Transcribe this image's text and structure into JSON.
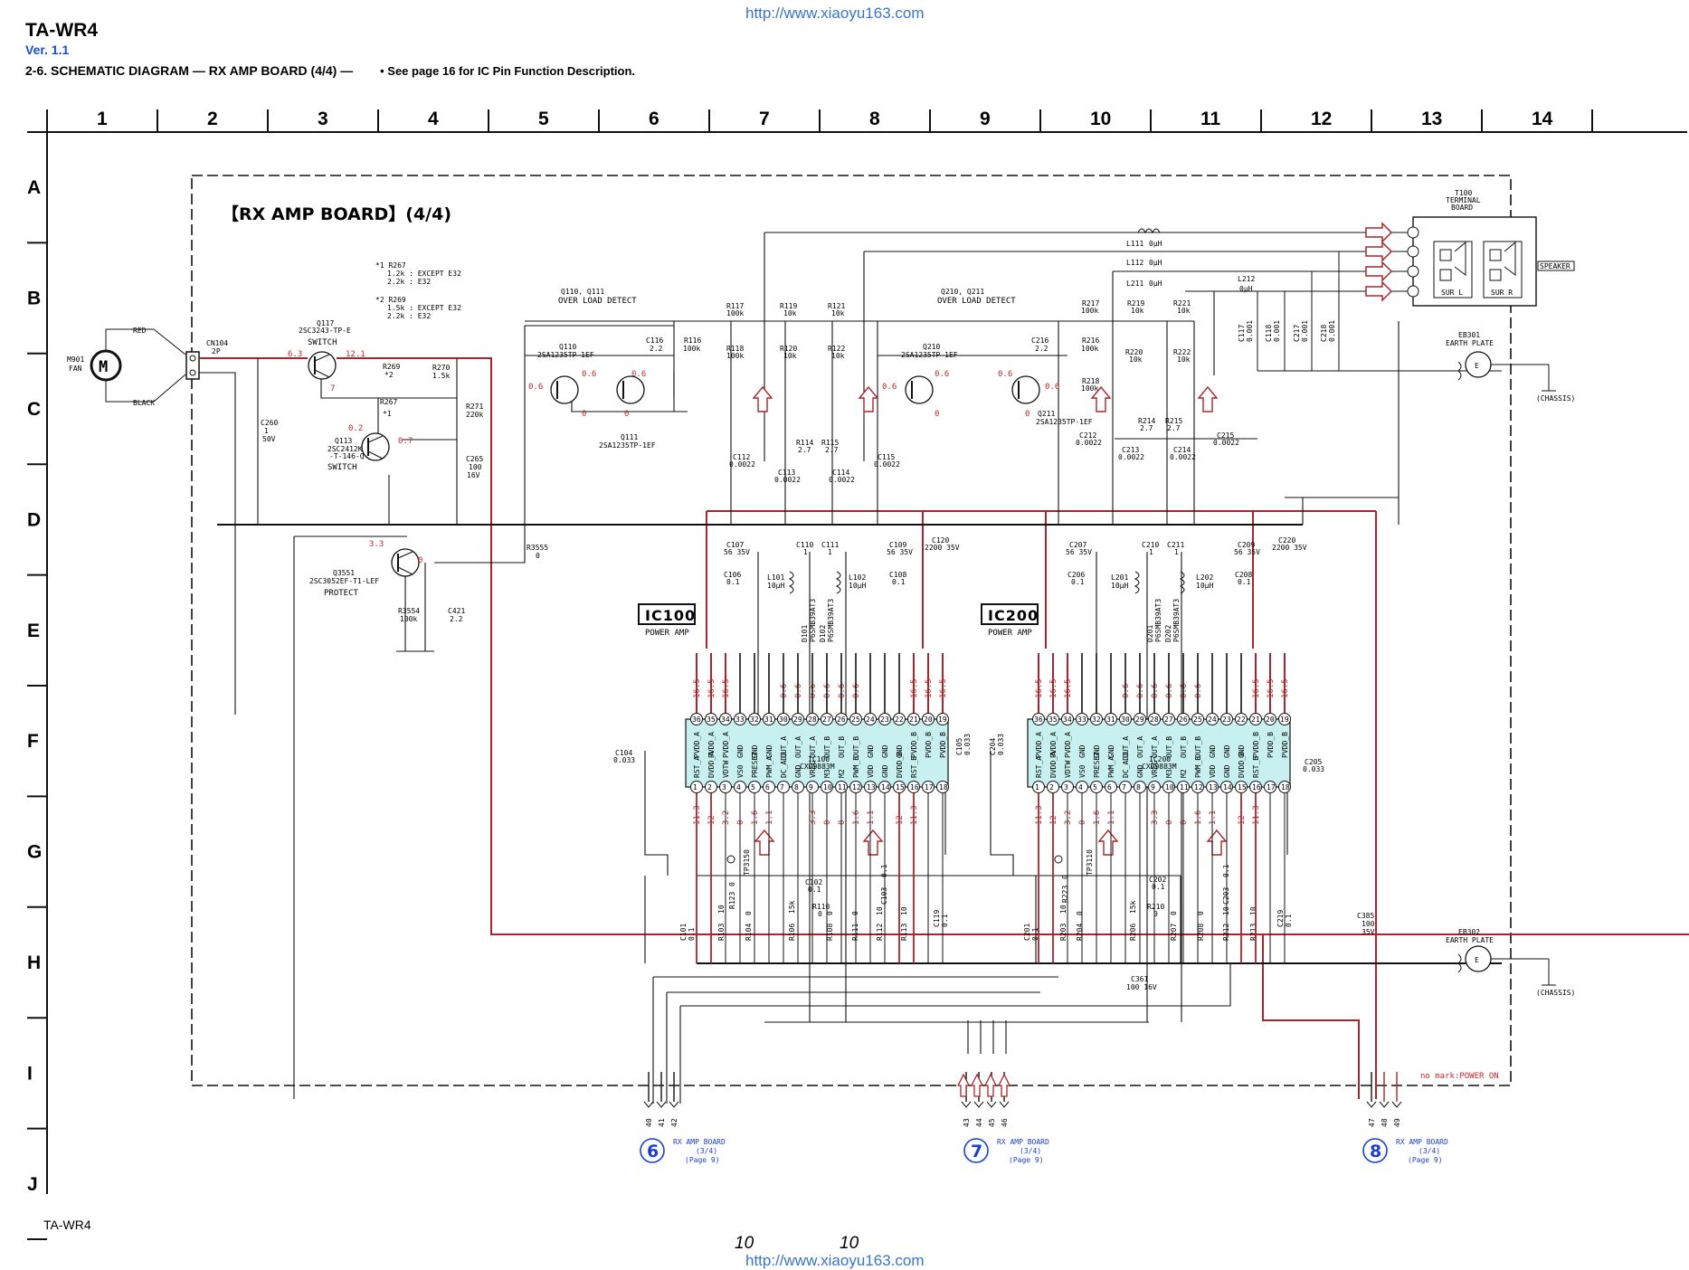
{
  "header": {
    "model": "TA-WR4",
    "version": "Ver. 1.1",
    "section": "2-6.   SCHEMATIC DIAGRAM  — RX AMP BOARD (4/4) —",
    "note": "• See page 16 for IC Pin Function Description.",
    "url_top": "http://www.xiaoyu163.com"
  },
  "grid": {
    "columns": [
      "1",
      "2",
      "3",
      "4",
      "5",
      "6",
      "7",
      "8",
      "9",
      "10",
      "11",
      "12",
      "13",
      "14"
    ],
    "rows": [
      "A",
      "B",
      "C",
      "D",
      "E",
      "F",
      "G",
      "H",
      "I",
      "J"
    ]
  },
  "board_title": "【RX AMP BOARD】(4/4)",
  "fan": {
    "ref": "M901",
    "name": "FAN",
    "symbol": "M",
    "wire_red": "RED",
    "wire_black": "BLACK",
    "conn": "CN104",
    "conn_pins": "2P"
  },
  "notes": {
    "n1": "*1 R267",
    "n1a": "1.2k : EXCEPT E32",
    "n1b": "2.2k : E32",
    "n2": "*2 R269",
    "n2a": "1.5k : EXCEPT E32",
    "n2b": "2.2k : E32"
  },
  "transistors": {
    "q117": {
      "ref": "Q117",
      "part": "2SC3243-TP-E",
      "func": "SWITCH"
    },
    "q113": {
      "ref": "Q113",
      "part": "2SC2412K",
      "part2": "-T-146-Q",
      "func": "SWITCH"
    },
    "q3551": {
      "ref": "Q3551",
      "part": "2SC3052EF-T1-LEF",
      "func": "PROTECT"
    },
    "q110_grp": "Q110, Q111",
    "q110_func": "OVER LOAD DETECT",
    "q110": {
      "ref": "Q110",
      "part": "2SA1235TP-1EF"
    },
    "q111": {
      "ref": "Q111",
      "part": "2SA1235TP-1EF"
    },
    "q210_grp": "Q210, Q211",
    "q210_func": "OVER LOAD DETECT",
    "q210": {
      "ref": "Q210",
      "part": "2SA1235TP-1EF"
    },
    "q211": {
      "ref": "Q211",
      "part": "2SA1235TP-1EF"
    }
  },
  "ics": {
    "ic100": {
      "label": "IC100",
      "func": "POWER AMP",
      "ref": "IC100",
      "part": "CXD9883M"
    },
    "ic200": {
      "label": "IC200",
      "func": "POWER AMP",
      "ref": "IC200",
      "part": "CXD9883M"
    },
    "top_pins": [
      "36",
      "35",
      "34",
      "33",
      "32",
      "31",
      "30",
      "29",
      "28",
      "27",
      "26",
      "25",
      "24",
      "23",
      "22",
      "21",
      "20",
      "19"
    ],
    "top_names": [
      "PVDD_A",
      "PVDD_A",
      "PVDD_A",
      "GND",
      "GND",
      "GND",
      "OUT_A",
      "OUT_A",
      "OUT_A",
      "OUT_B",
      "OUT_B",
      "OUT_B",
      "GND",
      "GND",
      "GND",
      "PVDD_B",
      "PVDD_B",
      "PVDD_B"
    ],
    "bot_pins": [
      "1",
      "2",
      "3",
      "4",
      "5",
      "6",
      "7",
      "8",
      "9",
      "10",
      "11",
      "12",
      "13",
      "14",
      "15",
      "16",
      "17",
      "18"
    ],
    "bot_names": [
      "RST_A",
      "DVDD_A",
      "VDTW",
      "VS0",
      "PRESET",
      "PWM_A",
      "DC_ADJ",
      "GND",
      "VREG",
      "M3",
      "M2",
      "PWM_B",
      "VDD",
      "GND",
      "DVDD_B",
      "RST_B",
      "",
      ""
    ],
    "top_volts": [
      "16.5",
      "16.5",
      "16.5",
      "",
      "",
      "",
      "0.6",
      "0.6",
      "0.6",
      "0.6",
      "0.6",
      "0.6",
      "",
      "",
      "",
      "16.5",
      "16.5",
      "16.5"
    ],
    "bot_volts": [
      "11.3",
      "12",
      "3.2",
      "0",
      "1.6",
      "1.1",
      "",
      "",
      "3.3",
      "0",
      "0",
      "1.6",
      "1.1",
      "",
      "12",
      "11.3",
      "",
      ""
    ]
  },
  "components": {
    "r267": "R267",
    "r267v": "*1",
    "r269": "R269",
    "r269v": "*2",
    "r270": "R270",
    "r270v": "1.5k",
    "r271": "R271",
    "r271v": "220k",
    "c260": "C260",
    "c260v": "1",
    "c260v2": "50V",
    "c265": "C265",
    "c265v": "100",
    "c265v2": "16V",
    "r3555": "R3555",
    "r3555v": "0",
    "r3554": "R3554",
    "r3554v": "100k",
    "c421": "C421",
    "c421v": "2.2",
    "c116": "C116",
    "c116v": "2.2",
    "r116": "R116",
    "r116v": "100k",
    "r117": "R117",
    "r117v": "100k",
    "r118": "R118",
    "r118v": "100k",
    "r119": "R119",
    "r119v": "10k",
    "r120": "R120",
    "r120v": "10k",
    "r121": "R121",
    "r121v": "10k",
    "r122": "R122",
    "r122v": "10k",
    "c112": "C112",
    "c112v": "0.0022",
    "c113": "C113",
    "c113v": "0.0022",
    "r114": "R114",
    "r114v": "2.7",
    "r115": "R115",
    "r115v": "2.7",
    "c114": "C114",
    "c114v": "0.0022",
    "c115": "C115",
    "c115v": "0.0022",
    "c216": "C216",
    "c216v": "2.2",
    "r216": "R216",
    "r216v": "100k",
    "r217": "R217",
    "r217v": "100k",
    "r218": "R218",
    "r218v": "100k",
    "r219": "R219",
    "r219v": "10k",
    "r220": "R220",
    "r220v": "10k",
    "r221": "R221",
    "r221v": "10k",
    "r222": "R222",
    "r222v": "10k",
    "c212": "C212",
    "c212v": "0.0022",
    "c213": "C213",
    "c213v": "0.0022",
    "r214": "R214",
    "r214v": "2.7",
    "r215": "R215",
    "r215v": "2.7",
    "c214": "C214",
    "c214v": "0.0022",
    "c215": "C215",
    "c215v": "0.0022",
    "l111": "L111",
    "l112": "L112",
    "l211": "L211",
    "l212": "L212",
    "lval": "0μH",
    "c117": "C117",
    "c117v": "0.001",
    "c118": "C118",
    "c118v": "0.001",
    "c217": "C217",
    "c217v": "0.001",
    "c218": "C218",
    "c218v": "0.001",
    "c107": "C107",
    "c107v": "56  35V",
    "c106": "C106",
    "c106v": "0.1",
    "c110": "C110",
    "c110v": "1",
    "c111": "C111",
    "c111v": "1",
    "c109": "C109",
    "c109v": "56  35V",
    "c120": "C120",
    "c120v": "2200  35V",
    "c108": "C108",
    "c108v": "0.1",
    "l101": "L101",
    "l101v": "10μH",
    "l102": "L102",
    "l102v": "10μH",
    "d101": "D101",
    "d102": "D102",
    "dpart": "P6SMB39AT3",
    "c207": "C207",
    "c207v": "56  35V",
    "c206": "C206",
    "c206v": "0.1",
    "c210": "C210",
    "c210v": "1",
    "c211": "C211",
    "c211v": "1",
    "c209": "C209",
    "c209v": "56  35V",
    "c220": "C220",
    "c220v": "2200  35V",
    "c208": "C208",
    "c208v": "0.1",
    "l201": "L201",
    "l201v": "10μH",
    "l202": "L202",
    "l202v": "10μH",
    "d201": "D201",
    "d202": "D202",
    "c104": "C104",
    "c104v": "0.033",
    "c105": "C105",
    "c105v": "0.033",
    "c204": "C204",
    "c204v": "0.033",
    "c205": "C205",
    "c205v": "0.033",
    "tp3150": "TP3150",
    "tp3110": "TP3110",
    "c101": "C101",
    "c101v": "0.1",
    "r103": "R103",
    "r103v": "10",
    "r123": "R123",
    "r123v": "0",
    "r104": "R104",
    "r104v": "0",
    "r106": "R106",
    "r106v": "15k",
    "c102": "C102",
    "c102v": "0.1",
    "r110": "R110",
    "r110v": "0",
    "r108": "R108",
    "r108v": "0",
    "r111": "R111",
    "r111v": "0",
    "c103": "C103",
    "c103v": "0.1",
    "r112": "R112",
    "r112v": "10",
    "r113": "R113",
    "r113v": "10",
    "c119": "C119",
    "c119v": "0.1",
    "c201": "C201",
    "c201v": "0.1",
    "r203": "R203",
    "r203v": "10",
    "r223": "R223",
    "r223v": "0",
    "r204": "R204",
    "r204v": "0",
    "r206": "R206",
    "r206v": "15k",
    "c202": "C202",
    "c202v": "0.1",
    "r210": "R210",
    "r210v": "0",
    "r207": "R207",
    "r207v": "0",
    "r208": "R208",
    "r208v": "0",
    "c203": "C203",
    "c203v": "0.1",
    "r212": "R212",
    "r212v": "10",
    "r213": "R213",
    "r213v": "10",
    "c219": "C219",
    "c219v": "0.1",
    "c385": "C385",
    "c385v": "100",
    "c385v2": "35V",
    "c361": "C361",
    "c361v": "100  16V"
  },
  "terminal": {
    "ref": "T100",
    "name1": "TERMINAL",
    "name2": "BOARD",
    "speaker": "SPEAKER",
    "sur_l": "SUR L",
    "sur_r": "SUR R"
  },
  "earth": {
    "eb301": "EB301",
    "eb302": "EB302",
    "name": "EARTH PLATE",
    "chassis": "(CHASSIS)",
    "e": "E"
  },
  "fan_volts": {
    "v63": "6.3",
    "v121": "12.1",
    "v7": "7",
    "v02": "0.2",
    "v07": "0.7",
    "v33": "3.3",
    "v0": "0",
    "v06": "0.6"
  },
  "connectors": {
    "c6": {
      "num": "6",
      "board": "RX AMP BOARD",
      "sub": "(3/4)",
      "page": "(Page  9)",
      "pins": [
        "40",
        "41",
        "42"
      ]
    },
    "c7": {
      "num": "7",
      "board": "RX AMP BOARD",
      "sub": "(3/4)",
      "page": "(Page  9)",
      "pins": [
        "43",
        "44",
        "45",
        "46"
      ]
    },
    "c8": {
      "num": "8",
      "board": "RX AMP BOARD",
      "sub": "(3/4)",
      "page": "(Page  9)",
      "pins": [
        "47",
        "48",
        "49"
      ]
    }
  },
  "legend": "no mark:POWER ON",
  "footer": {
    "model": "TA-WR4",
    "page_left": "10",
    "page_right": "10",
    "url_bottom": "http://www.xiaoyu163.com"
  },
  "colors": {
    "wire_red": "#a8262b",
    "ic_fill": "#c8f0f0",
    "connector_blue": "#1a3fd0",
    "voltage_red": "#c0282d"
  }
}
